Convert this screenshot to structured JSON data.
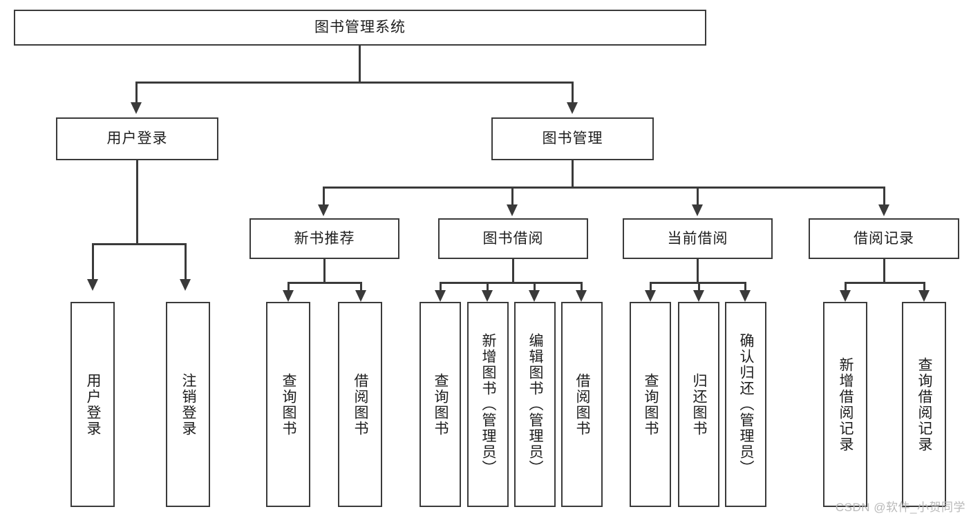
{
  "diagram": {
    "title": "图书管理系统",
    "watermark": "CSDN @软件_小贺同学",
    "root": {
      "label": "图书管理系统"
    },
    "level2": [
      {
        "key": "user_login",
        "label": "用户登录"
      },
      {
        "key": "book_manage",
        "label": "图书管理"
      }
    ],
    "level3": [
      {
        "key": "new_book_rec",
        "label": "新书推荐"
      },
      {
        "key": "book_borrow",
        "label": "图书借阅"
      },
      {
        "key": "current_borrow",
        "label": "当前借阅"
      },
      {
        "key": "borrow_record",
        "label": "借阅记录"
      }
    ],
    "leaves": [
      {
        "key": "user_login_leaf",
        "label": "用户登录",
        "parent": "user_login"
      },
      {
        "key": "logout_leaf",
        "label": "注销登录",
        "parent": "user_login"
      },
      {
        "key": "query_book_rec",
        "label": "查询图书",
        "parent": "new_book_rec"
      },
      {
        "key": "borrow_book_rec",
        "label": "借阅图书",
        "parent": "new_book_rec"
      },
      {
        "key": "query_book_borrow",
        "label": "查询图书",
        "parent": "book_borrow"
      },
      {
        "key": "add_book_admin",
        "label": "新增图书（管理员）",
        "parent": "book_borrow"
      },
      {
        "key": "edit_book_admin",
        "label": "编辑图书（管理员）",
        "parent": "book_borrow"
      },
      {
        "key": "borrow_book",
        "label": "借阅图书",
        "parent": "book_borrow"
      },
      {
        "key": "query_book_current",
        "label": "查询图书",
        "parent": "current_borrow"
      },
      {
        "key": "return_book",
        "label": "归还图书",
        "parent": "current_borrow"
      },
      {
        "key": "confirm_return_admin",
        "label": "确认归还（管理员）",
        "parent": "current_borrow"
      },
      {
        "key": "add_borrow_record",
        "label": "新增借阅记录",
        "parent": "borrow_record"
      },
      {
        "key": "query_borrow_record",
        "label": "查询借阅记录",
        "parent": "borrow_record"
      }
    ]
  }
}
